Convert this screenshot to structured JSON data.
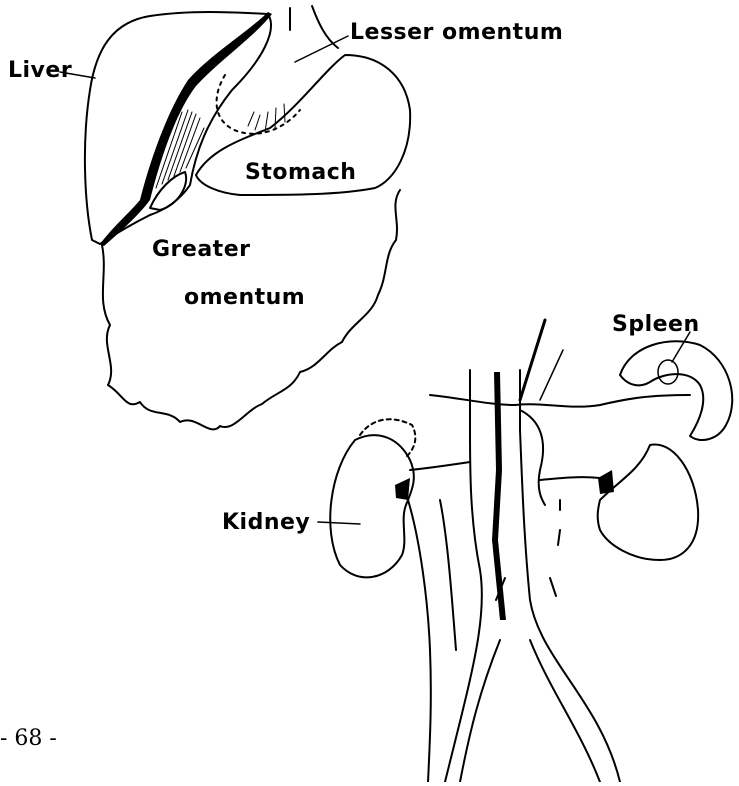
{
  "labels": {
    "liver": "Liver",
    "lesser_omentum": "Lesser omentum",
    "stomach": "Stomach",
    "greater": "Greater",
    "omentum": "omentum",
    "spleen": "Spleen",
    "kidney": "Kidney"
  },
  "page_number": "- 68 -",
  "colors": {
    "ink": "#000000",
    "paper": "#ffffff"
  }
}
